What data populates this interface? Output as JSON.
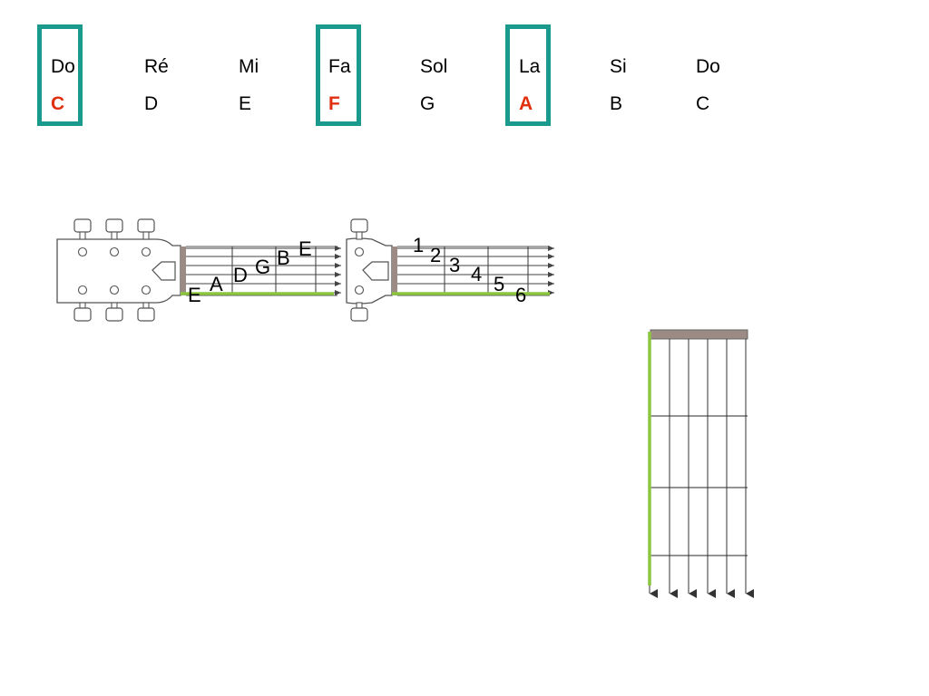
{
  "colors": {
    "highlight_box": "#1a9a8c",
    "highlight_letter": "#e03010",
    "string_highlight": "#8cc63f",
    "nut": "#9b8b84",
    "line": "#444444"
  },
  "notes": [
    {
      "solfege": "Do",
      "letter": "C",
      "highlight": true
    },
    {
      "solfege": "Ré",
      "letter": "D",
      "highlight": false
    },
    {
      "solfege": "Mi",
      "letter": "E",
      "highlight": false
    },
    {
      "solfege": "Fa",
      "letter": "F",
      "highlight": true
    },
    {
      "solfege": "Sol",
      "letter": "G",
      "highlight": false
    },
    {
      "solfege": "La",
      "letter": "A",
      "highlight": true
    },
    {
      "solfege": "Si",
      "letter": "B",
      "highlight": false
    },
    {
      "solfege": "Do",
      "letter": "C",
      "highlight": false
    }
  ],
  "open_string_names": [
    "E",
    "A",
    "D",
    "G",
    "B",
    "E"
  ],
  "string_numbers": [
    "1",
    "2",
    "3",
    "4",
    "5",
    "6"
  ],
  "icons": {
    "tuning_peg": "tuning-peg-icon",
    "arrow": "arrow-icon"
  }
}
